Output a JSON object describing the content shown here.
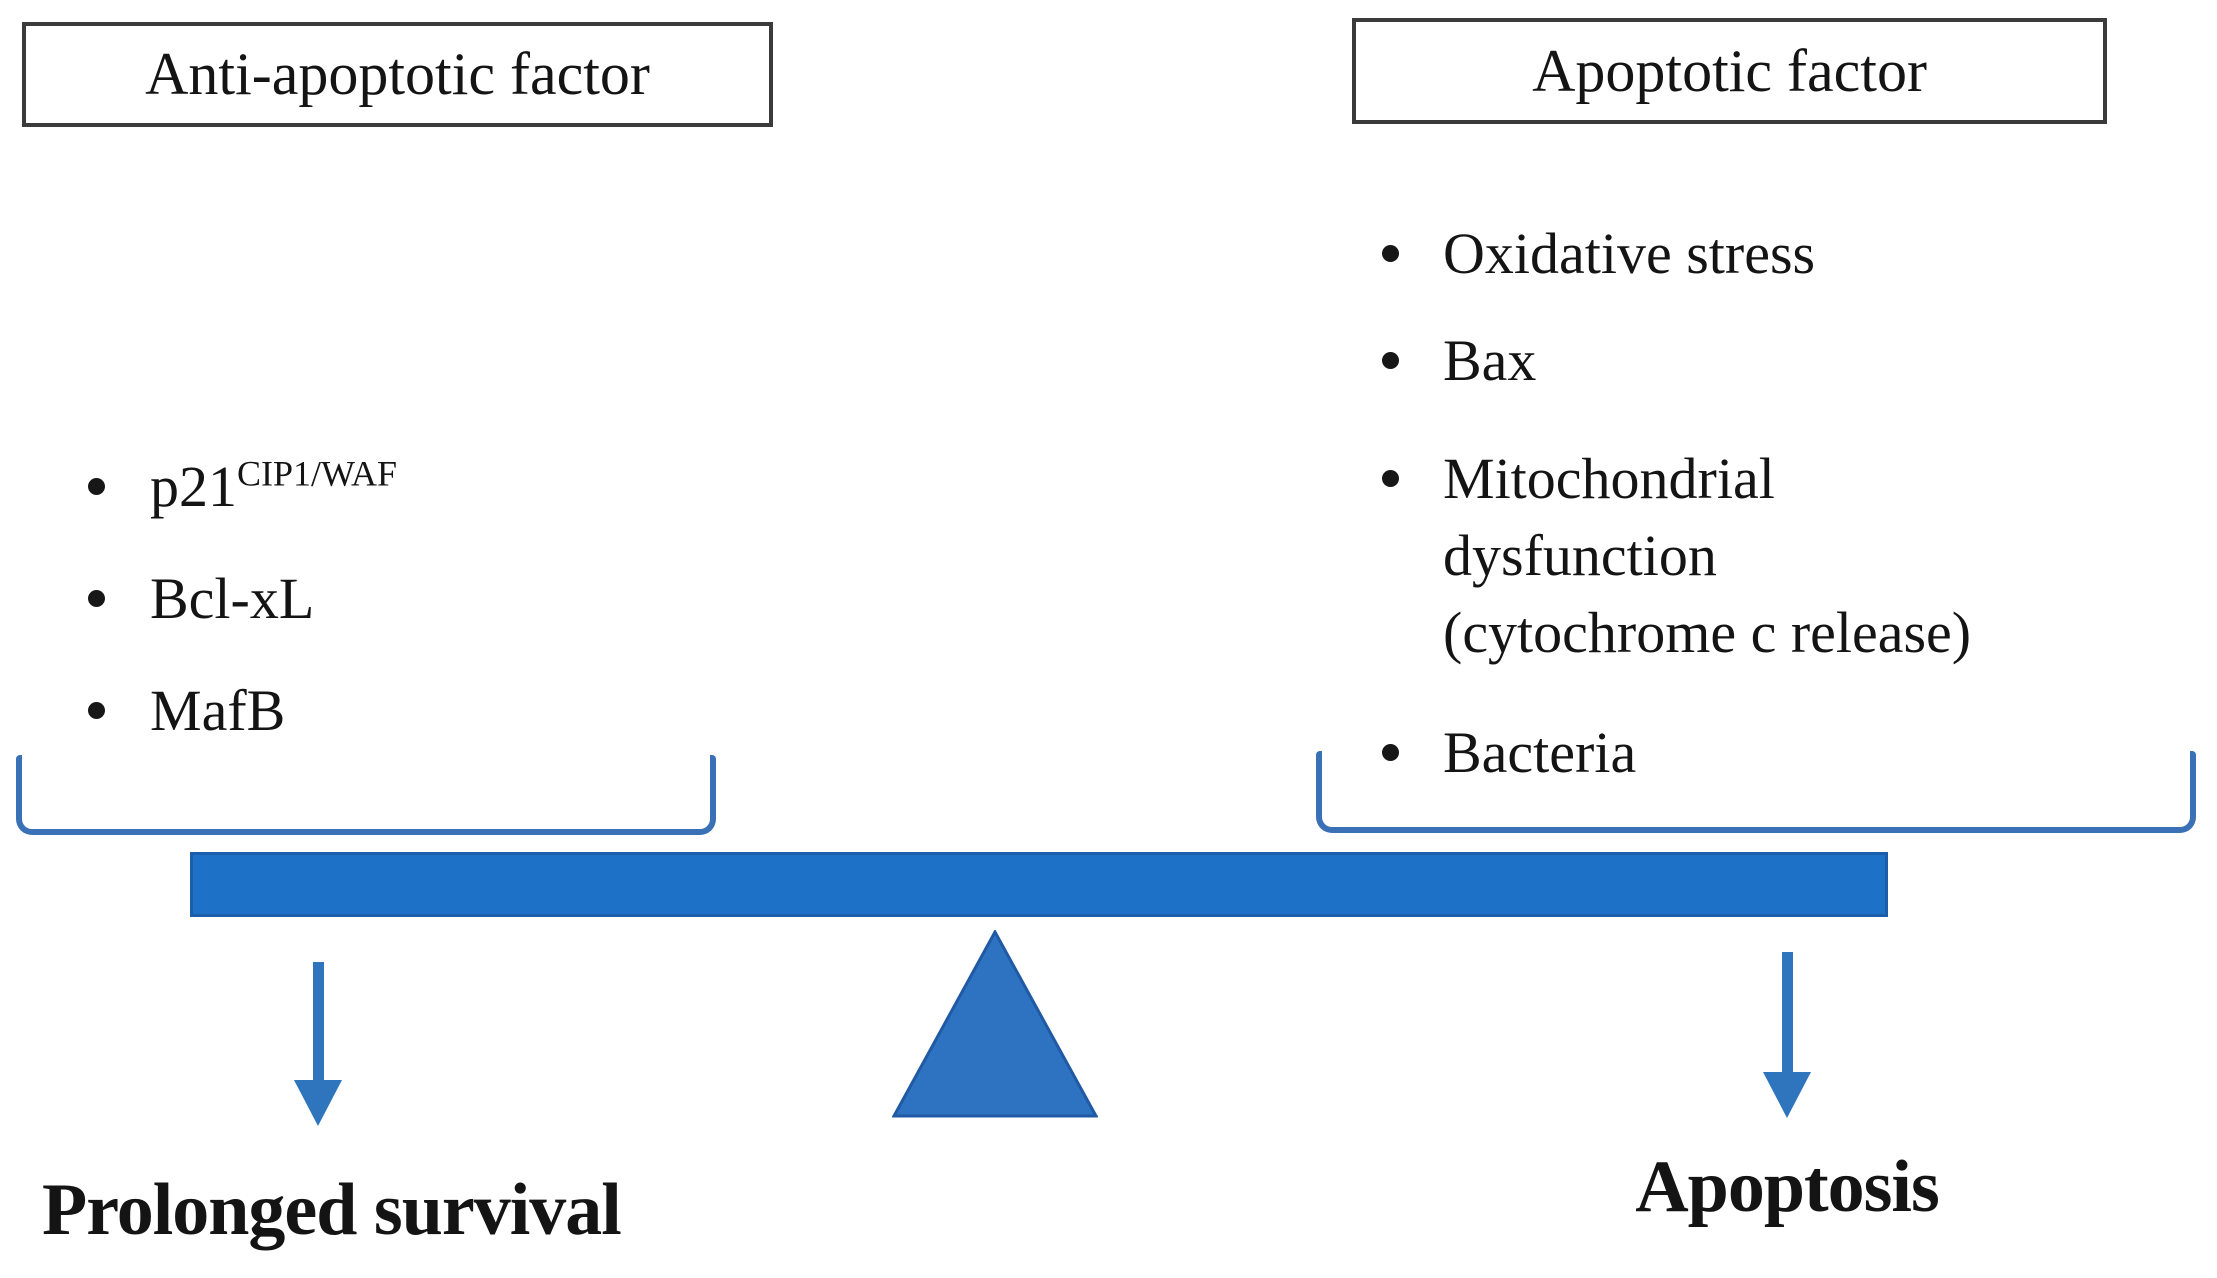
{
  "colors": {
    "beam_fill": "#1d72c8",
    "beam_border": "#1c5ea9",
    "bracket": "#3a70b5",
    "arrow": "#2e75bd",
    "triangle_fill": "#2e73c1",
    "triangle_border": "#2059a4",
    "box_border": "#3b3b3b",
    "text": "#141414"
  },
  "headers": {
    "left": "Anti-apoptotic factor",
    "right": "Apoptotic factor"
  },
  "left_list": {
    "items": [
      {
        "text": "p21",
        "superscript": "CIP1/WAF"
      },
      {
        "text": "Bcl-xL"
      },
      {
        "text": "MafB"
      }
    ]
  },
  "right_list": {
    "items": [
      {
        "text": "Oxidative stress"
      },
      {
        "text": "Bax"
      },
      {
        "text": "Mitochondrial dysfunction (cytochrome c release)",
        "lines": [
          "Mitochondrial",
          "dysfunction",
          "(cytochrome c release)"
        ]
      },
      {
        "text": "Bacteria"
      }
    ]
  },
  "outcomes": {
    "left": "Prolonged survival",
    "right": "Apoptosis"
  },
  "icons": {
    "bullet": "bullet-dot",
    "beam": "balance-beam",
    "fulcrum": "fulcrum-triangle",
    "arrow": "down-arrow",
    "bracket": "horizontal-bracket"
  }
}
